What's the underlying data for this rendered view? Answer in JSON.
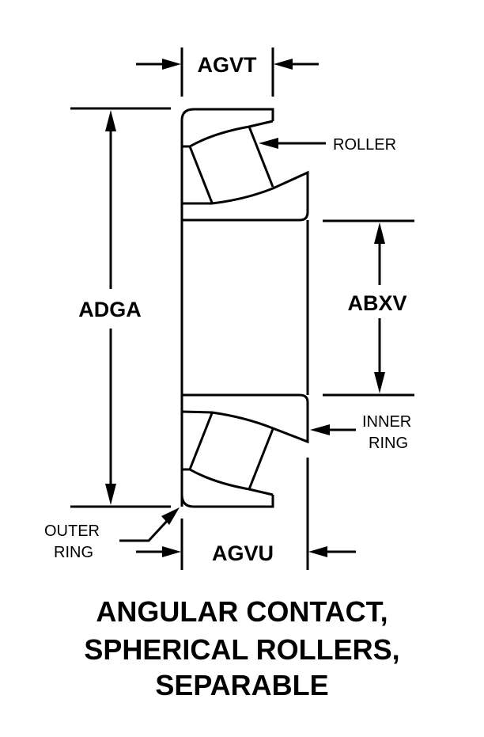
{
  "diagram": {
    "type": "bearing-dimension-drawing",
    "dimensions": {
      "width_outer": "AGVT",
      "width_inner": "AGVU",
      "outer_diameter": "ADGA",
      "bore_diameter": "ABXV"
    },
    "callouts": {
      "roller": "ROLLER",
      "inner_ring_line1": "INNER",
      "inner_ring_line2": "RING",
      "outer_ring_line1": "OUTER",
      "outer_ring_line2": "RING"
    },
    "title": {
      "line1": "ANGULAR CONTACT,",
      "line2": "SPHERICAL ROLLERS,",
      "line3": "SEPARABLE"
    },
    "colors": {
      "ink": "#000000",
      "background": "#ffffff"
    }
  }
}
